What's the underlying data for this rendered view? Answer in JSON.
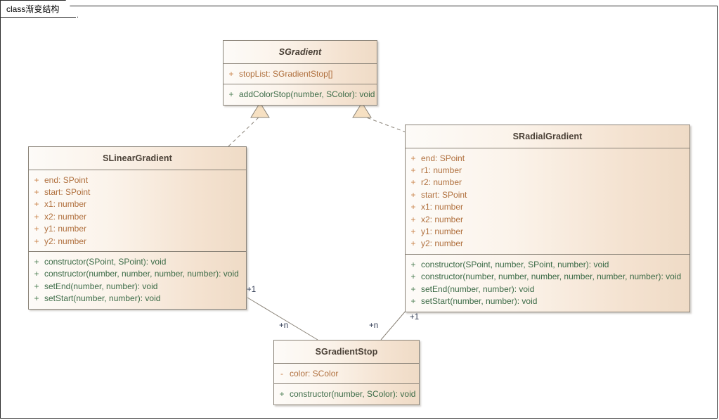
{
  "diagram": {
    "tab_label": "class渐变结构",
    "type": "uml-class-diagram",
    "colors": {
      "box_fill_left": "#fdfbf8",
      "box_fill_right": "#efdbc6",
      "box_border": "#8a8378",
      "title_text": "#4a4036",
      "attribute_text": "#b0703e",
      "method_text": "#3c6b47",
      "multiplicity_text": "#2f3a52",
      "connector_line": "#8a8378",
      "frame_border": "#2b2b2b"
    }
  },
  "classes": {
    "sgradient": {
      "name": "SGradient",
      "abstract": true,
      "attributes": [
        {
          "visibility": "+",
          "text": "stopList: SGradientStop[]"
        }
      ],
      "methods": [
        {
          "visibility": "+",
          "text": "addColorStop(number, SColor): void"
        }
      ]
    },
    "slineargradient": {
      "name": "SLinearGradient",
      "abstract": false,
      "attributes": [
        {
          "visibility": "+",
          "text": "end: SPoint"
        },
        {
          "visibility": "+",
          "text": "start: SPoint"
        },
        {
          "visibility": "+",
          "text": "x1: number"
        },
        {
          "visibility": "+",
          "text": "x2: number"
        },
        {
          "visibility": "+",
          "text": "y1: number"
        },
        {
          "visibility": "+",
          "text": "y2: number"
        }
      ],
      "methods": [
        {
          "visibility": "+",
          "text": "constructor(SPoint, SPoint): void"
        },
        {
          "visibility": "+",
          "text": "constructor(number, number, number, number): void"
        },
        {
          "visibility": "+",
          "text": "setEnd(number, number): void"
        },
        {
          "visibility": "+",
          "text": "setStart(number, number): void"
        }
      ]
    },
    "sradialgradient": {
      "name": "SRadialGradient",
      "abstract": false,
      "attributes": [
        {
          "visibility": "+",
          "text": "end: SPoint"
        },
        {
          "visibility": "+",
          "text": "r1: number"
        },
        {
          "visibility": "+",
          "text": "r2: number"
        },
        {
          "visibility": "+",
          "text": "start: SPoint"
        },
        {
          "visibility": "+",
          "text": "x1: number"
        },
        {
          "visibility": "+",
          "text": "x2: number"
        },
        {
          "visibility": "+",
          "text": "y1: number"
        },
        {
          "visibility": "+",
          "text": "y2: number"
        }
      ],
      "methods": [
        {
          "visibility": "+",
          "text": "constructor(SPoint, number, SPoint, number): void"
        },
        {
          "visibility": "+",
          "text": "constructor(number, number, number, number, number, number): void"
        },
        {
          "visibility": "+",
          "text": "setEnd(number, number): void"
        },
        {
          "visibility": "+",
          "text": "setStart(number, number): void"
        }
      ]
    },
    "sgradientstop": {
      "name": "SGradientStop",
      "abstract": false,
      "attributes": [
        {
          "visibility": "-",
          "text": "color: SColor"
        }
      ],
      "methods": [
        {
          "visibility": "+",
          "text": "constructor(number, SColor): void"
        }
      ]
    }
  },
  "relationships": {
    "generalizations": [
      {
        "from": "SLinearGradient",
        "to": "SGradient",
        "style": "dashed-hollow-triangle"
      },
      {
        "from": "SRadialGradient",
        "to": "SGradient",
        "style": "dashed-hollow-triangle"
      }
    ],
    "associations": [
      {
        "from": "SLinearGradient",
        "to": "SGradientStop",
        "source_multiplicity": "+1",
        "target_multiplicity": "+n"
      },
      {
        "from": "SRadialGradient",
        "to": "SGradientStop",
        "source_multiplicity": "+1",
        "target_multiplicity": "+n"
      }
    ]
  },
  "multiplicity_labels": {
    "linear_source": "+1",
    "linear_target": "+n",
    "radial_source": "+1",
    "radial_target": "+n"
  }
}
